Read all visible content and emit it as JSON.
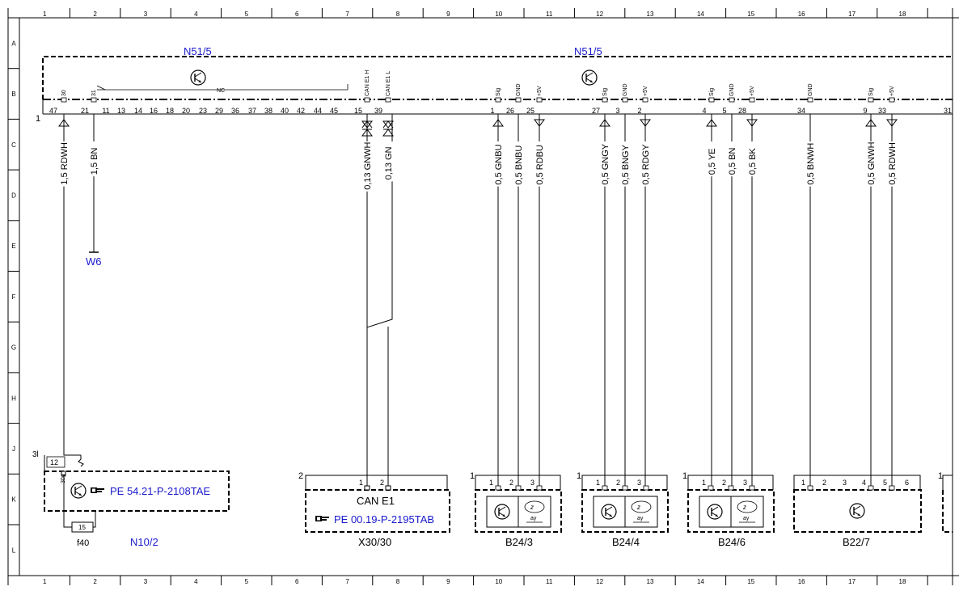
{
  "frame": {
    "columns": [
      "1",
      "2",
      "3",
      "4",
      "5",
      "6",
      "7",
      "8",
      "9",
      "10",
      "11",
      "12",
      "13",
      "14",
      "15",
      "16",
      "17",
      "18"
    ],
    "rows": [
      "A",
      "B",
      "C",
      "D",
      "E",
      "F",
      "G",
      "H",
      "J",
      "K",
      "L"
    ]
  },
  "module": {
    "name_left": "N51/5",
    "name_right": "N51/5",
    "row_marker": "1",
    "nc_label": "NC",
    "pins": [
      "47",
      "21",
      "11",
      "13",
      "14",
      "16",
      "18",
      "20",
      "23",
      "29",
      "36",
      "37",
      "38",
      "40",
      "42",
      "44",
      "45",
      "15",
      "39",
      "1",
      "26",
      "25",
      "27",
      "3",
      "2",
      "4",
      "5",
      "28",
      "34",
      "9",
      "33",
      "31"
    ],
    "pin_tags": [
      "30",
      "31",
      "CAN E1 H",
      "CAN E1 L",
      "Sig",
      "GND",
      "+5V",
      "Sig",
      "GND",
      "+5V",
      "Sig",
      "GND",
      "+5V",
      "GND",
      "Sig",
      "+5V"
    ]
  },
  "wires": [
    "1,5 RDWH",
    "1,5 BN",
    "0,13 GNWH",
    "0,13 GN",
    "0,5 GNBU",
    "0,5 BNBU",
    "0,5 RDBU",
    "0,5 GNGY",
    "0,5 BNGY",
    "0,5 RDGY",
    "0,5 YE",
    "0,5 BN",
    "0,5 BK",
    "0,5 BNWH",
    "0,5 GNWH",
    "0,5 RDWH"
  ],
  "ground": {
    "label": "W6"
  },
  "n10": {
    "row_marker": "3l",
    "pin": "12",
    "pin_tag": "30g",
    "fuse_num": "15",
    "fuse_label": "f40",
    "ref": "PE 54.21-P-2108TAE",
    "name": "N10/2"
  },
  "x30": {
    "row_marker": "2",
    "pins": [
      "1",
      "2"
    ],
    "label": "CAN E1",
    "ref": "PE 00.19-P-2195TAB",
    "name": "X30/30"
  },
  "sensors": [
    {
      "marker": "1",
      "pins": [
        "1",
        "2",
        "3"
      ],
      "name": "B24/3"
    },
    {
      "marker": "1",
      "pins": [
        "1",
        "2",
        "3"
      ],
      "name": "B24/4"
    },
    {
      "marker": "1",
      "pins": [
        "1",
        "2",
        "3"
      ],
      "name": "B24/6"
    }
  ],
  "b22": {
    "pins": [
      "1",
      "2",
      "3",
      "4",
      "5",
      "6"
    ],
    "name": "B22/7"
  },
  "right_marker": "1"
}
